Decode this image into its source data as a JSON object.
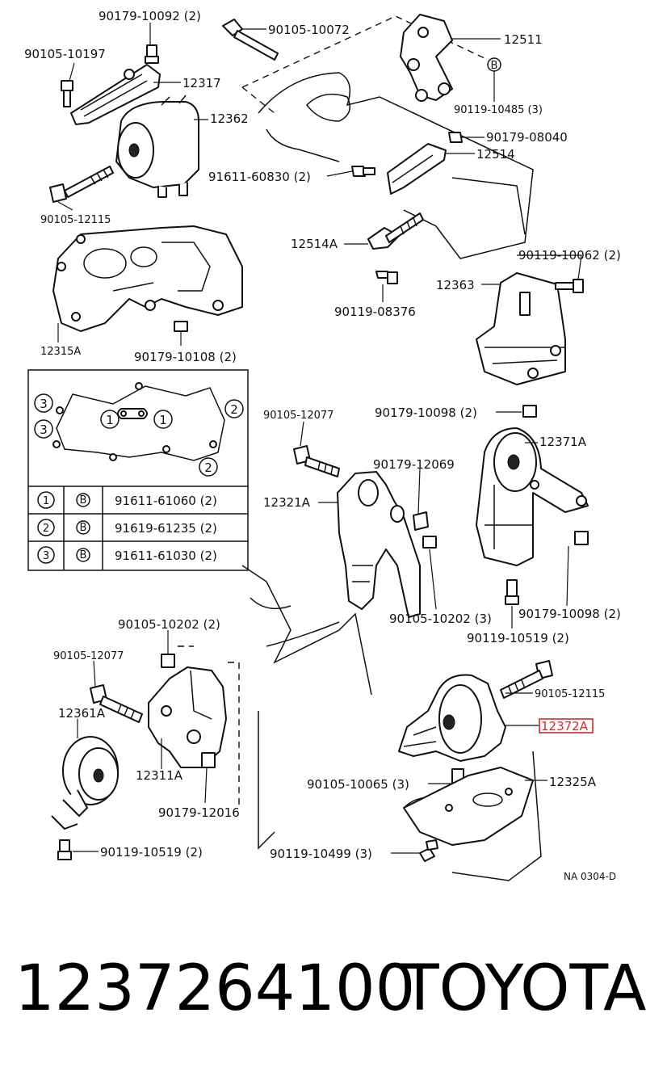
{
  "labels": {
    "p90179_10092": "90179-10092 (2)",
    "p90105_10197": "90105-10197",
    "p90105_10072": "90105-10072",
    "p12511": "12511",
    "p12317": "12317",
    "p12362": "12362",
    "p90119_10485": "90119-10485 (3)",
    "p90179_08040": "90179-08040",
    "p12514": "12514",
    "p91611_60830": "91611-60830 (2)",
    "p90105_12115_a": "90105-12115",
    "p12514A": "12514A",
    "p90119_10062": "90119-10062 (2)",
    "p12363": "12363",
    "p90119_08376": "90119-08376",
    "p12315A": "12315A",
    "p90179_10108": "90179-10108 (2)",
    "p90105_12077_a": "90105-12077",
    "p90179_10098_a": "90179-10098 (2)",
    "p12371A": "12371A",
    "p90179_12069": "90179-12069",
    "p12321A": "12321A",
    "p90105_10202_a": "90105-10202 (3)",
    "p90179_10098_b": "90179-10098 (2)",
    "p90119_10519_a": "90119-10519 (2)",
    "p90105_10202_b": "90105-10202 (2)",
    "p90105_12077_b": "90105-12077",
    "p12361A": "12361A",
    "p12311A": "12311A",
    "p90179_12016": "90179-12016",
    "p90119_10519_b": "90119-10519 (2)",
    "p90105_12115_b": "90105-12115",
    "p12372A": "12372A",
    "p90105_10065": "90105-10065 (3)",
    "p12325A": "12325A",
    "p90119_10499": "90119-10499 (3)",
    "drawing_code": "NA 0304-D"
  },
  "marker_b": "B",
  "inset": {
    "callouts": [
      "3",
      "3",
      "1",
      "1",
      "2",
      "2"
    ],
    "rows": [
      {
        "num": "1",
        "marker": "B",
        "part": "91611-61060 (2)"
      },
      {
        "num": "2",
        "marker": "B",
        "part": "91619-61235 (2)"
      },
      {
        "num": "3",
        "marker": "B",
        "part": "91611-61030 (2)"
      }
    ]
  },
  "footer": {
    "part_number": "1237264100",
    "brand": "TOYOTA"
  },
  "colors": {
    "highlight": "#d62828",
    "ink": "#111111",
    "background": "#ffffff"
  }
}
